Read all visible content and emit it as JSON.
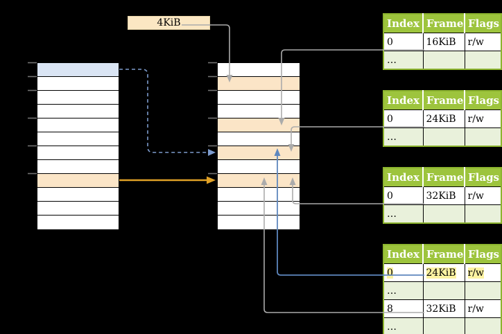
{
  "size_label": "4KiB",
  "colors": {
    "background": "#000000",
    "page_blue": "#DAE5F4",
    "frame_orange": "#FBE5C7",
    "label_box_bg": "#FBE7C3",
    "label_box_border": "#E6D3A8",
    "table_header_bg": "#9DC43D",
    "table_border": "#8CB42E",
    "table_alt_row": "#E9F1DB",
    "highlight_yellow": "#FCF3A2",
    "line_gray": "#ABABAB",
    "tick_gray": "#737373",
    "arrow_orange": "#E0A126",
    "line_blue": "#5E87BE",
    "dashed_blue": "#7D9CCE"
  },
  "memory": {
    "virtual": {
      "rows": [
        "blue",
        "white",
        "white",
        "white",
        "white",
        "white",
        "white",
        "white",
        "orange",
        "white",
        "white",
        "white"
      ]
    },
    "physical": {
      "rows": [
        "white",
        "orange",
        "white",
        "white",
        "orange",
        "white",
        "orange",
        "white",
        "orange",
        "white",
        "white",
        "white"
      ]
    }
  },
  "page_tables": [
    {
      "headers": [
        "Index",
        "Frame",
        "Flags"
      ],
      "rows": [
        {
          "index": "0",
          "frame": "16KiB",
          "flags": "r/w"
        },
        {
          "index": "…",
          "frame": "",
          "flags": ""
        }
      ]
    },
    {
      "headers": [
        "Index",
        "Frame",
        "Flags"
      ],
      "rows": [
        {
          "index": "0",
          "frame": "24KiB",
          "flags": "r/w"
        },
        {
          "index": "…",
          "frame": "",
          "flags": ""
        }
      ]
    },
    {
      "headers": [
        "Index",
        "Frame",
        "Flags"
      ],
      "rows": [
        {
          "index": "0",
          "frame": "32KiB",
          "flags": "r/w"
        },
        {
          "index": "…",
          "frame": "",
          "flags": ""
        }
      ]
    },
    {
      "headers": [
        "Index",
        "Frame",
        "Flags"
      ],
      "rows": [
        {
          "index": "0",
          "frame": "24KiB",
          "flags": "r/w"
        },
        {
          "index": "…",
          "frame": "",
          "flags": ""
        },
        {
          "index": "8",
          "frame": "32KiB",
          "flags": "r/w"
        },
        {
          "index": "…",
          "frame": "",
          "flags": ""
        }
      ]
    }
  ]
}
